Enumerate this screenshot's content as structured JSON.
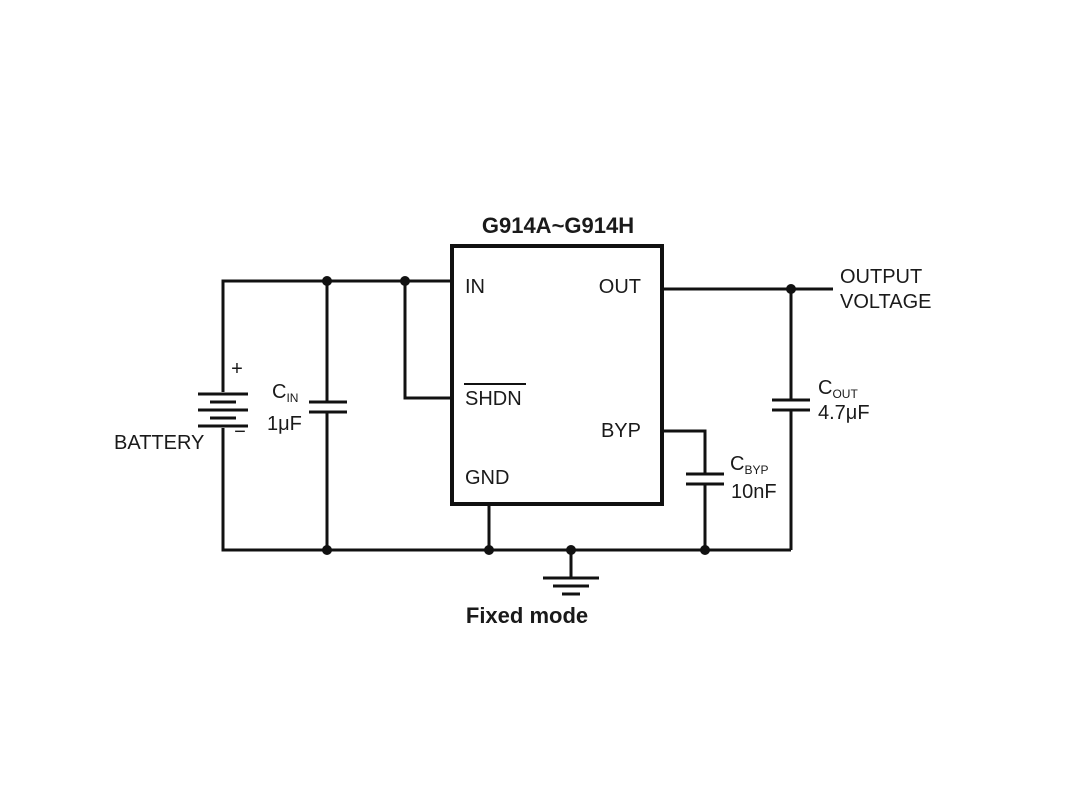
{
  "ic": {
    "title": "G914A~G914H",
    "pins": {
      "in": "IN",
      "shdn": "SHDN",
      "gnd": "GND",
      "out": "OUT",
      "byp": "BYP"
    }
  },
  "battery": {
    "label": "BATTERY",
    "plus": "+",
    "minus": "−"
  },
  "cin": {
    "name": "C",
    "sub": "IN",
    "value": "1μF"
  },
  "cout": {
    "name": "C",
    "sub": "OUT",
    "value": "4.7μF"
  },
  "cbyp": {
    "name": "C",
    "sub": "BYP",
    "value": "10nF"
  },
  "output": {
    "line1": "OUTPUT",
    "line2": "VOLTAGE"
  },
  "caption": "Fixed mode"
}
